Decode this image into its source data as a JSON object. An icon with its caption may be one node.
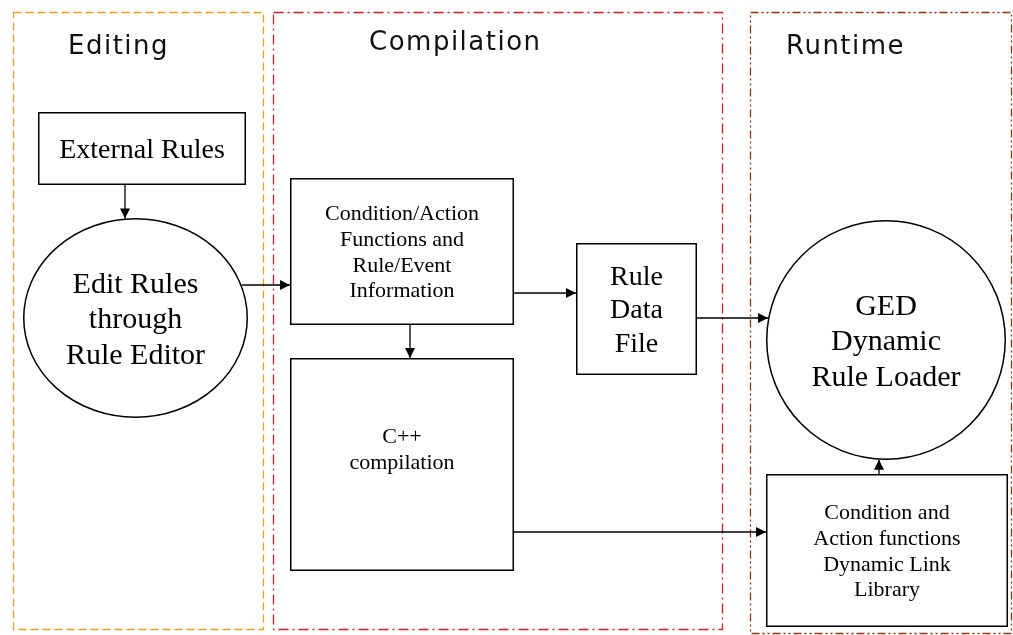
{
  "diagram": {
    "nodes": [
      {
        "text": [
          "Editing"
        ]
      },
      {
        "text": [
          "Compilation"
        ]
      },
      {
        "text": [
          "Runtime"
        ]
      },
      {
        "text": [
          "External Rules"
        ],
        "in": 0
      },
      {
        "text": [
          "Edit Rules through Rule Editor"
        ],
        "in": 0
      },
      {
        "text": [
          "Condition/Action Functions and Rule/Event Information"
        ],
        "in": 1
      },
      {
        "text": [
          "C++ compilation"
        ],
        "in": 1
      },
      {
        "text": [
          "Rule Data File"
        ],
        "in": 1
      },
      {
        "text": [
          "GED Dynamic Rule Loader"
        ],
        "in": 2
      },
      {
        "text": [
          "Condition and Action functions Dynamic Link Library"
        ],
        "in": 2
      }
    ],
    "edges": [
      {
        "from": 3,
        "to": 4,
        "arrow": "to"
      },
      {
        "from": 4,
        "to": 5,
        "arrow": "to"
      },
      {
        "from": 5,
        "to": 7,
        "arrow": "to"
      },
      {
        "from": 5,
        "to": 6,
        "arrow": "to"
      },
      {
        "from": 7,
        "to": 8,
        "arrow": "to"
      },
      {
        "from": 6,
        "to": 9,
        "arrow": "to"
      },
      {
        "from": 9,
        "to": 8,
        "arrow": "to"
      }
    ]
  }
}
